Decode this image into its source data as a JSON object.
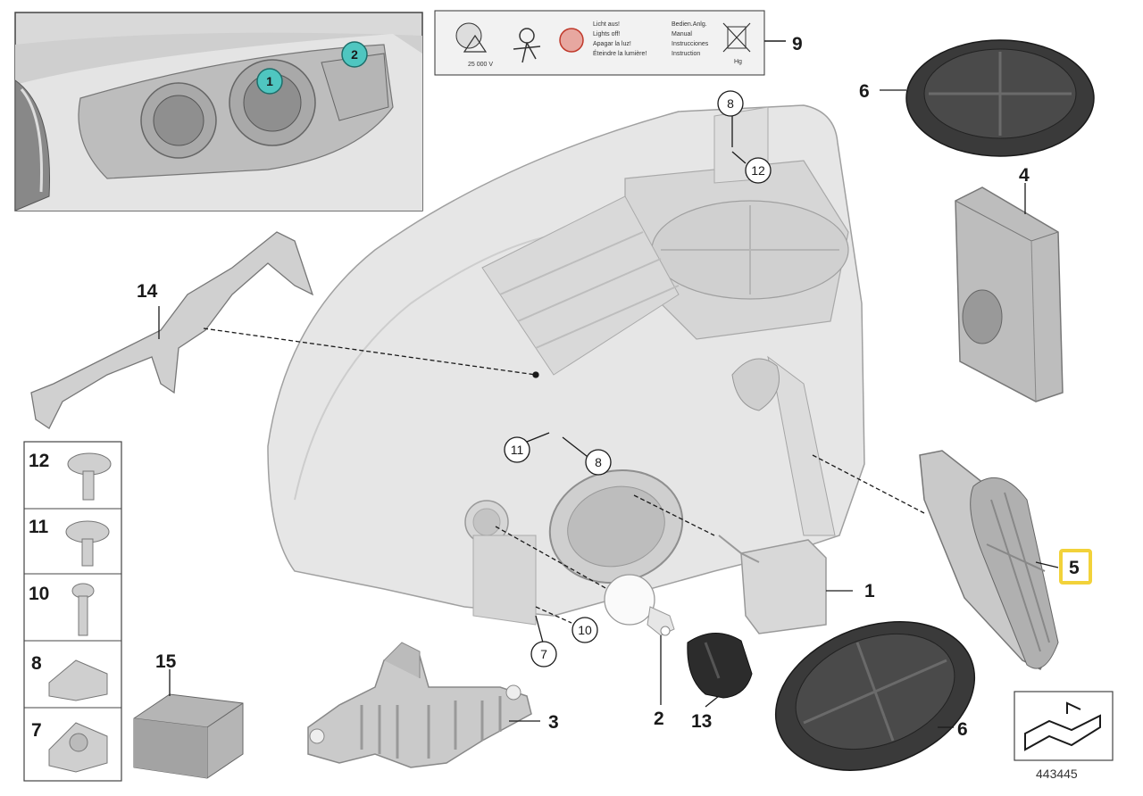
{
  "callouts": {
    "c1": "1",
    "c2": "2",
    "c3": "3",
    "c4": "4",
    "c5": "5",
    "c6a": "6",
    "c6b": "6",
    "c7": "7",
    "c8": "8",
    "c9": "9",
    "c10": "10",
    "c11": "11",
    "c12": "12",
    "c13": "13",
    "c14": "14",
    "c15": "15"
  },
  "circled": {
    "inset1": "1",
    "inset2": "2",
    "c8top": "8",
    "c12top": "12",
    "c11mid": "11",
    "c8mid": "8",
    "c7low": "7",
    "c10low": "10"
  },
  "legend": {
    "l12": "12",
    "l11": "11",
    "l10": "10",
    "l8": "8",
    "l7": "7"
  },
  "label": {
    "line1": "Licht aus!",
    "line2": "Lights off!",
    "line3": "Apagar la luz!",
    "line4": "Éteindre la lumière!",
    "line5": "Bedien.Anlg.",
    "line6": "Manual",
    "line7": "Instrucciones",
    "line8": "Instruction",
    "voltage": "25 000 V",
    "hg": "Hg"
  },
  "doc_number": "443445",
  "colors": {
    "highlight": "#f2d23a",
    "inset_marker": "#4fc6c0",
    "part_fill": "#dcdcdc",
    "dark_part": "#3a3a3a"
  }
}
